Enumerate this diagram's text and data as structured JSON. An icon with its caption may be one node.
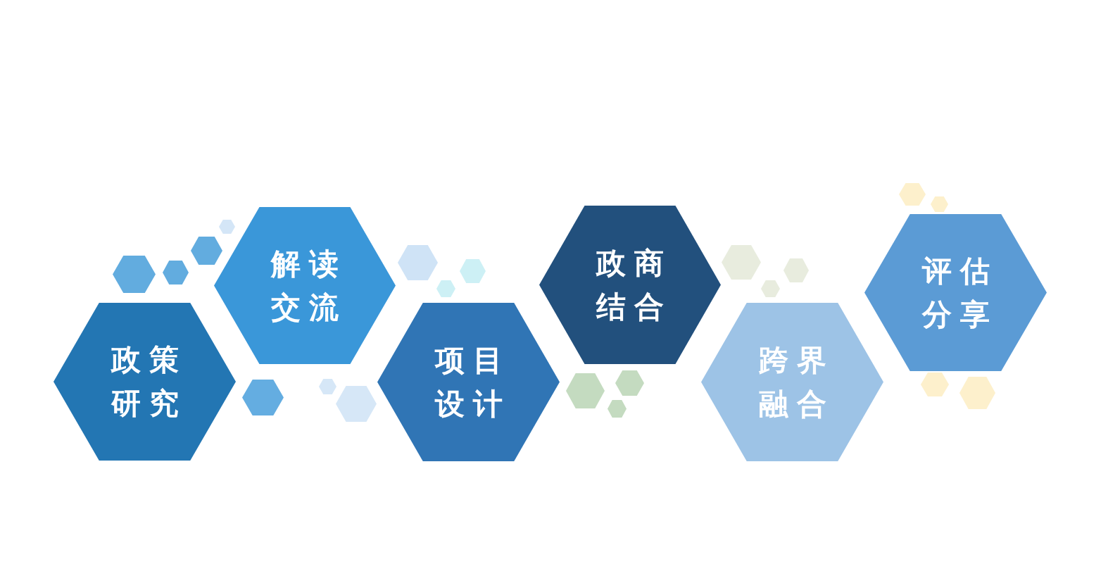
{
  "diagram": {
    "nodes": [
      {
        "text": [
          "政策研究"
        ]
      },
      {
        "text": [
          "解读交流"
        ]
      },
      {
        "text": [
          "项目设计"
        ]
      },
      {
        "text": [
          "政商结合"
        ]
      },
      {
        "text": [
          "跨界融合"
        ]
      },
      {
        "text": [
          "评估分享"
        ]
      },
      {
        "text": [],
        "shape": "hexagon"
      },
      {
        "text": [],
        "shape": "hexagon"
      },
      {
        "text": [],
        "shape": "hexagon"
      },
      {
        "text": [],
        "shape": "hexagon"
      },
      {
        "text": [],
        "shape": "hexagon"
      },
      {
        "text": [],
        "shape": "hexagon"
      },
      {
        "text": [],
        "shape": "hexagon"
      },
      {
        "text": [],
        "shape": "hexagon"
      },
      {
        "text": [],
        "shape": "hexagon"
      },
      {
        "text": [],
        "shape": "hexagon"
      },
      {
        "text": [],
        "shape": "hexagon"
      },
      {
        "text": [],
        "shape": "hexagon"
      },
      {
        "text": [],
        "shape": "hexagon"
      },
      {
        "text": [],
        "shape": "hexagon"
      },
      {
        "text": [],
        "shape": "hexagon"
      },
      {
        "text": [],
        "shape": "hexagon"
      },
      {
        "text": [],
        "shape": "hexagon"
      },
      {
        "text": [],
        "shape": "hexagon"
      },
      {
        "text": [],
        "shape": "hexagon"
      },
      {
        "text": [],
        "shape": "hexagon"
      }
    ]
  }
}
